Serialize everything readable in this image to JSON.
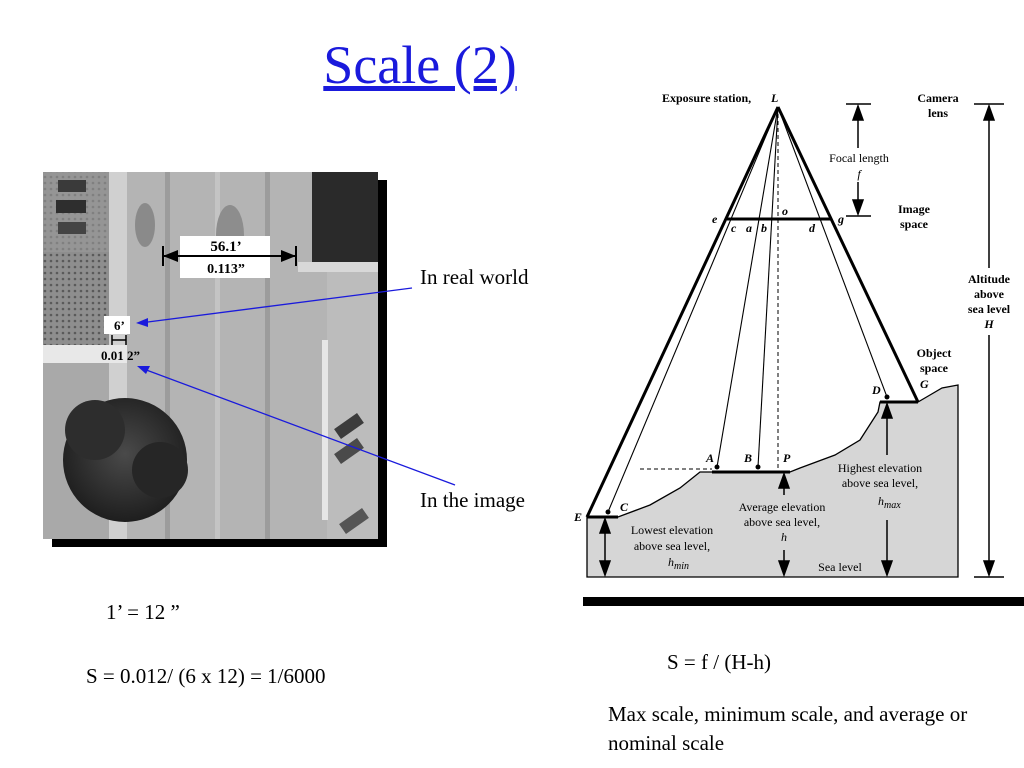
{
  "slide": {
    "title": "Scale (2)",
    "label_real_world": "In real world",
    "label_image": "In the image",
    "eq_unit": "1’ = 12 ”",
    "eq_scale": "S = 0.012/ (6 x 12) = 1/6000",
    "eq_formula": "S = f / (H-h)",
    "caption": "Max scale, minimum scale, and average or nominal scale"
  },
  "photo": {
    "dim_top_real": "56.1’",
    "dim_top_image": "0.113”",
    "dim_small_real": "6’",
    "dim_small_image": "0.01 2”"
  },
  "diagram": {
    "exposure_station": "Exposure station,",
    "L": "L",
    "camera_lens_1": "Camera",
    "camera_lens_2": "lens",
    "focal_length": "Focal length",
    "f": "f",
    "image_space_1": "Image",
    "image_space_2": "space",
    "altitude_1": "Altitude",
    "altitude_2": "above",
    "altitude_3": "sea level",
    "H": "H",
    "object_space_1": "Object",
    "object_space_2": "space",
    "G": "G",
    "e": "e",
    "c_small": "c",
    "a_small": "a",
    "b_small": "b",
    "o": "o",
    "d_small": "d",
    "g": "g",
    "D": "D",
    "A": "A",
    "B": "B",
    "P": "P",
    "C": "C",
    "E": "E",
    "highest_1": "Highest elevation",
    "highest_2": "above sea level,",
    "h_max_base": "h",
    "h_max_sub": "max",
    "average_1": "Average elevation",
    "average_2": "above sea level,",
    "h_avg": "h",
    "lowest_1": "Lowest elevation",
    "lowest_2": "above sea level,",
    "h_min_base": "h",
    "h_min_sub": "min",
    "sea_level": "Sea level"
  },
  "colors": {
    "title": "#1a1adc",
    "pointer_line": "#1a1adc",
    "terrain_fill": "#d6d6d6"
  }
}
